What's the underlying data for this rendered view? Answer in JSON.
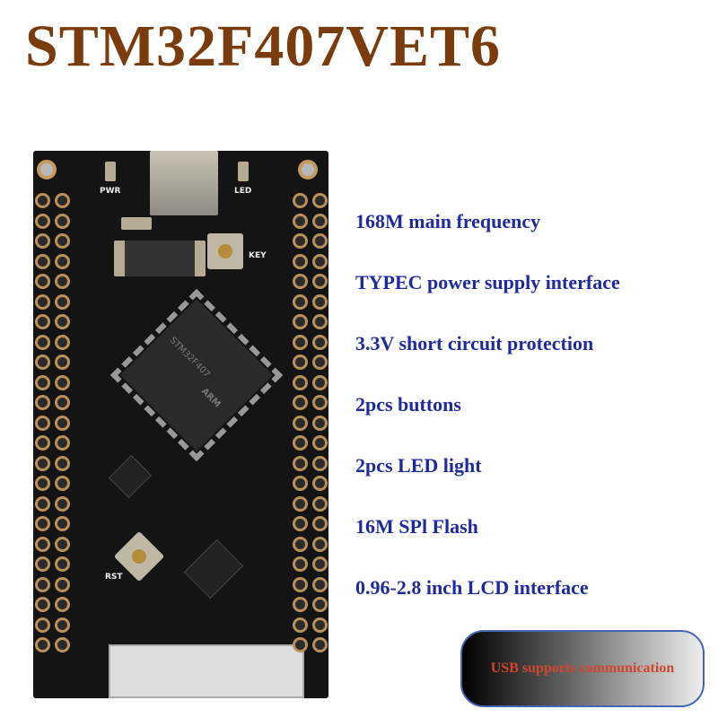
{
  "title": "STM32F407VET6",
  "board": {
    "labels": {
      "pwr": "PWR",
      "led": "LED",
      "key": "KEY",
      "rst": "RST"
    },
    "chip_text": "STM32F407",
    "chip_logo": "ARM"
  },
  "features": [
    "168M main frequency",
    "TYPEC power supply interface",
    "3.3V short circuit protection",
    "2pcs buttons",
    "2pcs LED light",
    "16M SPl Flash",
    "0.96-2.8 inch LCD interface"
  ],
  "badge": "USB supports communication",
  "colors": {
    "title": "#7a3c0c",
    "feature": "#1f2a9e",
    "badge_text": "#d4452c"
  }
}
